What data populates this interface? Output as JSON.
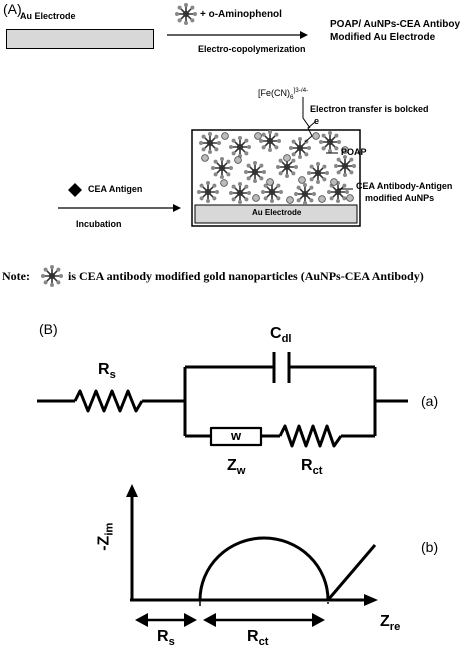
{
  "panel_a": {
    "label": "(A)",
    "electrode_label": "Au Electrode",
    "reagent": "+ o-Aminophenol",
    "process": "Electro-copolymerization",
    "product_line1": "POAP/ AuNPs-CEA Antiboy",
    "product_line2": "Modified Au Electrode",
    "redox_probe": "[Fe(CN)",
    "redox_probe_sub": "6",
    "redox_probe_sup": "]3-/4-",
    "blocked": "Electron transfer is bolcked",
    "electron": "e",
    "poap": "POAP",
    "modified_line1": "CEA Antibody-Antigen",
    "modified_line2": "modified AuNPs",
    "inner_electrode": "Au Electrode",
    "antigen": "CEA Antigen",
    "incubation": "Incubation",
    "note_prefix": "Note:",
    "note_text": "is CEA antibody modified gold nanoparticles (AuNPs-CEA Antibody)"
  },
  "panel_b": {
    "label": "(B)",
    "rs": "R",
    "rs_sub": "s",
    "cdl": "C",
    "cdl_sub": "dl",
    "w_box": "w",
    "zw": "Z",
    "zw_sub": "w",
    "rct": "R",
    "rct_sub": "ct",
    "sub_a": "(a)",
    "sub_b": "(b)",
    "zim": "-Z",
    "zim_sub": "im",
    "zre": "Z",
    "zre_sub": "re",
    "axis_rs": "R",
    "axis_rs_sub": "s",
    "axis_rct": "R",
    "axis_rct_sub": "ct"
  },
  "colors": {
    "ink": "#000000",
    "electrode_fill": "#d8d8d8",
    "nanoparticle": "#555555"
  },
  "icons": {
    "antibody_np": "snowflake-nanoparticle-icon",
    "antigen": "diamond-antigen-icon"
  }
}
